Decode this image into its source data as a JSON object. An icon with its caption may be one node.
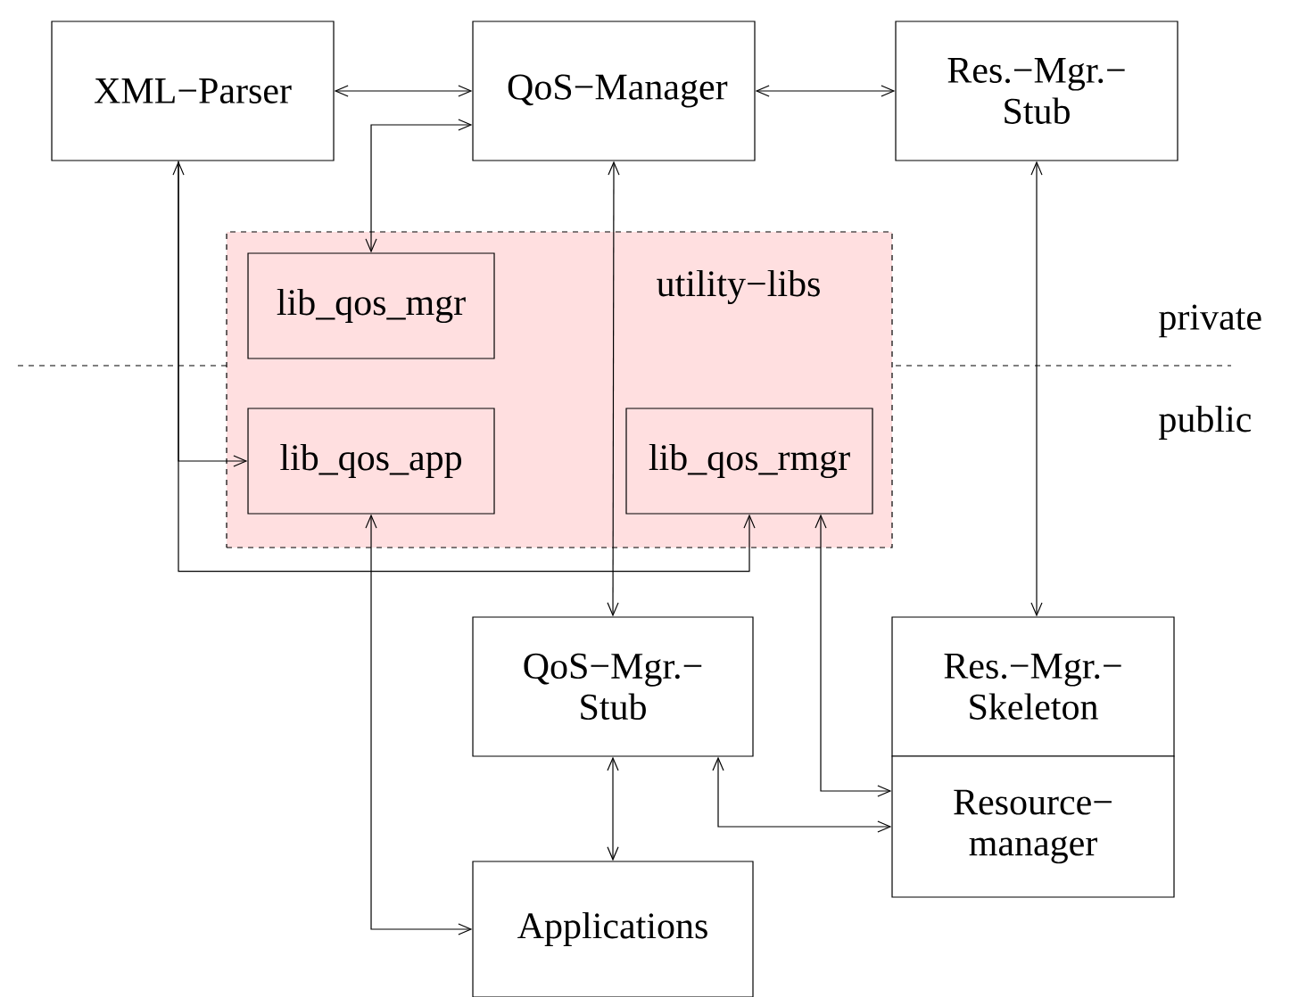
{
  "diagram": {
    "nodes": [
      {
        "text": [
          "XML−Parser"
        ]
      },
      {
        "text": [
          "QoS−Manager"
        ]
      },
      {
        "text": [
          "Res.−Mgr.− Stub"
        ]
      },
      {
        "text": [
          "utility−libs"
        ]
      },
      {
        "text": [
          "lib_qos_mgr"
        ],
        "in": 3
      },
      {
        "text": [
          "lib_qos_app"
        ],
        "in": 3
      },
      {
        "text": [
          "lib_qos_rmgr"
        ],
        "in": 3
      },
      {
        "text": [
          "QoS−Mgr.− Stub"
        ]
      },
      {
        "text": [
          "Res.−Mgr.− Skeleton"
        ]
      },
      {
        "text": [
          "Resource− manager"
        ]
      },
      {
        "text": [
          "Applications"
        ]
      }
    ],
    "edges": [
      {
        "from": 0,
        "to": 1,
        "arrow": "both"
      },
      {
        "from": 1,
        "to": 2,
        "arrow": "both"
      },
      {
        "from": 4,
        "to": 1,
        "arrow": "both"
      },
      {
        "from": 0,
        "to": 5,
        "arrow": "to"
      },
      {
        "from": 0,
        "to": 6,
        "arrow": "both"
      },
      {
        "from": 1,
        "to": 7,
        "arrow": "both"
      },
      {
        "from": 2,
        "to": 8,
        "arrow": "both"
      },
      {
        "from": 5,
        "to": 10,
        "arrow": "both"
      },
      {
        "from": 6,
        "to": 9,
        "arrow": "both"
      },
      {
        "from": 7,
        "to": 10,
        "arrow": "both"
      },
      {
        "from": 7,
        "to": 9,
        "arrow": "both"
      }
    ],
    "labels": [
      "private",
      "public"
    ]
  }
}
